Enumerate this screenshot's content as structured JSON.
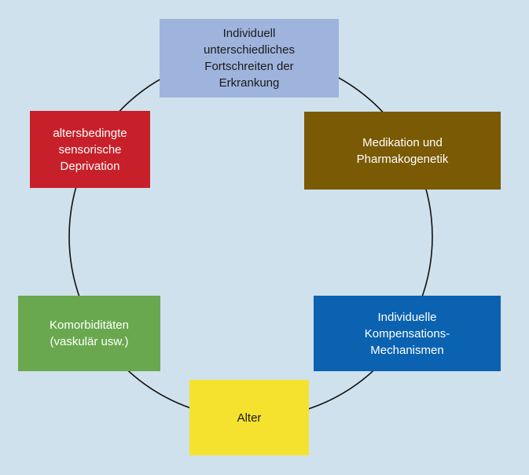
{
  "colors": {
    "background": "#cfe1ec",
    "ring": "#111111",
    "top": "#9fb4dc",
    "red": "#c8202a",
    "brown": "#7a5a04",
    "green": "#6aa84f",
    "blue": "#0a62b0",
    "yellow": "#f5e22e"
  },
  "nodes": {
    "top": "Individuell\nunterschiedliches\nFortschreiten der\nErkrankung",
    "red": "altersbedingte\nsensorische\nDeprivation",
    "brown": "Medikation und\nPharmakogenetik",
    "green": "Komorbiditäten\n(vaskulär usw.)",
    "blue": "Individuelle\nKompensations-\nMechanismen",
    "yellow": "Alter"
  }
}
